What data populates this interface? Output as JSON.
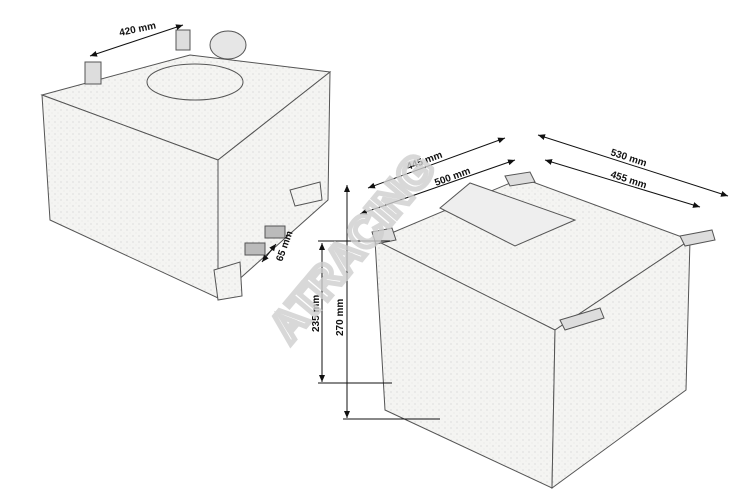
{
  "left_tank": {
    "dims": {
      "fitting_spacing": "420 mm",
      "port_spacing": "65 mm"
    }
  },
  "right_tank": {
    "dims": {
      "width_inner": "445 mm",
      "width_outer": "500 mm",
      "depth_outer": "530 mm",
      "depth_inner": "455 mm",
      "height_inner": "235 mm",
      "height_outer": "270 mm"
    }
  },
  "watermark": "ATRACING"
}
